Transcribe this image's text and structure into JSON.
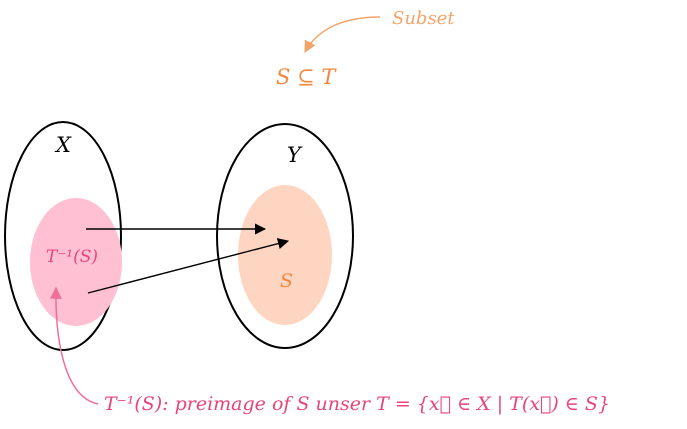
{
  "annotations": {
    "subset_label": "Subset",
    "subset_relation": "S ⊆ T",
    "preimage_definition": "T⁻¹(S): preimage of S unser T = {x⃗ ∈ X | T(x⃗) ∈ S}"
  },
  "sets": {
    "domain_label": "X",
    "codomain_label": "Y",
    "preimage_label": "T⁻¹(S)",
    "image_subset_label": "S"
  },
  "colors": {
    "outline": "#000000",
    "preimage_fill": "#ffc0d3",
    "preimage_text": "#e8457a",
    "subset_fill": "#fdd5c0",
    "subset_text": "#f0883e",
    "callout_orange": "#f4a46a",
    "callout_pink": "#ef6f97"
  }
}
